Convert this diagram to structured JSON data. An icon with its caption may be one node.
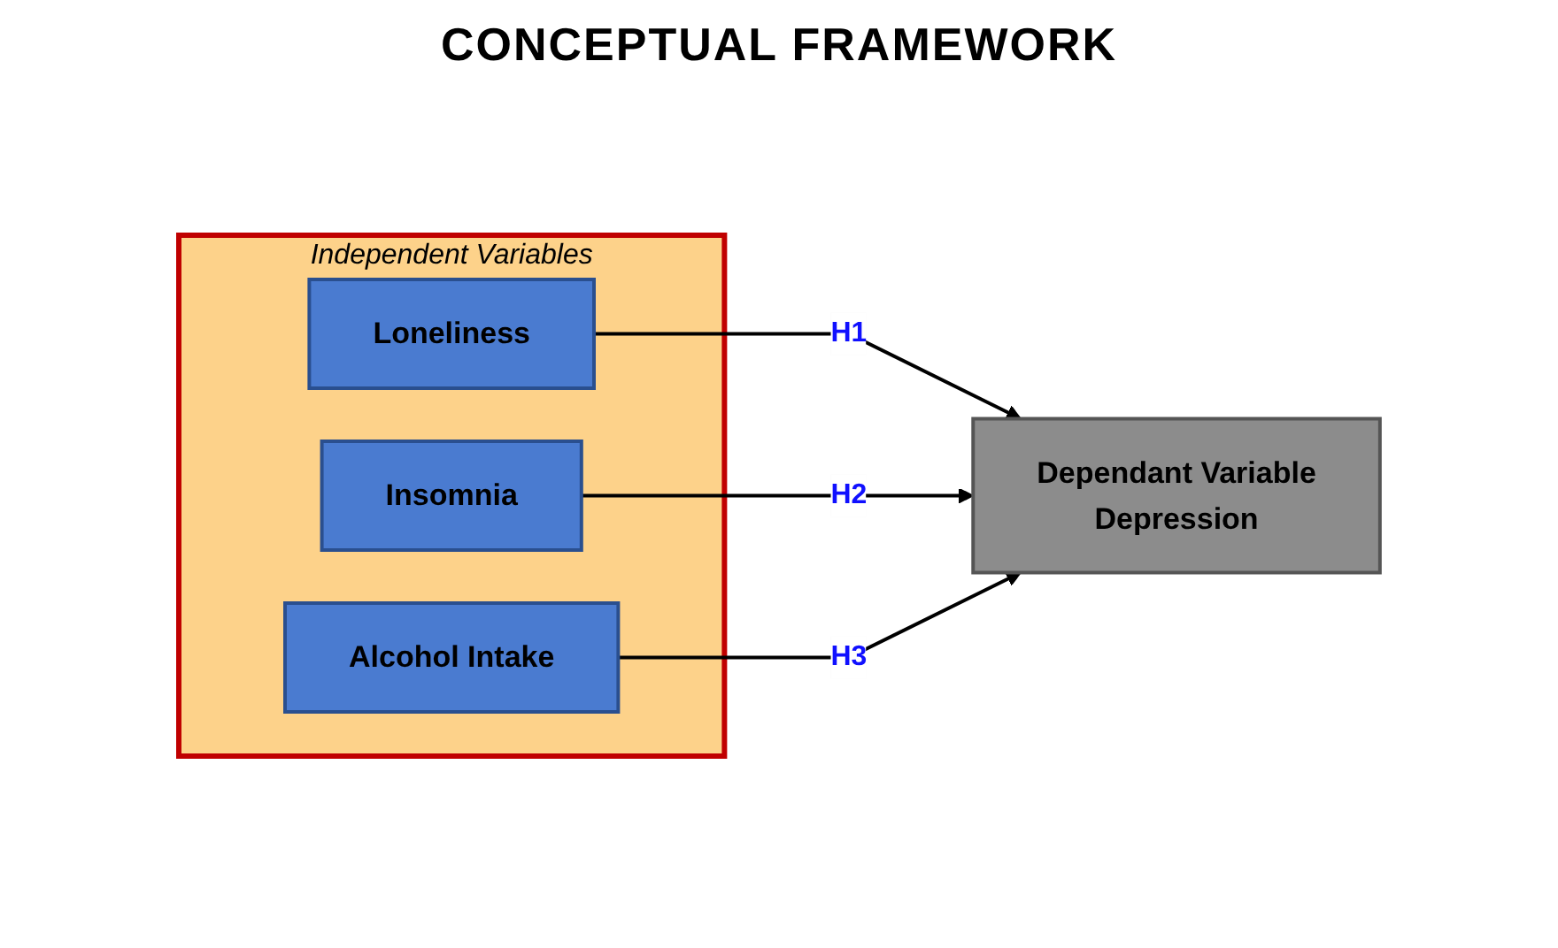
{
  "diagram": {
    "title": "CONCEPTUAL FRAMEWORK",
    "nodes": [
      {
        "text": [
          "Independent Variables"
        ]
      },
      {
        "text": [
          "Loneliness"
        ],
        "in": 0
      },
      {
        "text": [
          "Insomnia"
        ],
        "in": 0
      },
      {
        "text": [
          "Alcohol Intake"
        ],
        "in": 0
      },
      {
        "text": [
          "Dependant Variable",
          "Depression"
        ]
      }
    ],
    "edges": [
      {
        "from": 1,
        "to": 4,
        "arrow": "to",
        "label": "H1"
      },
      {
        "from": 2,
        "to": 4,
        "arrow": "to",
        "label": "H2"
      },
      {
        "from": 3,
        "to": 4,
        "arrow": "to",
        "label": "H3"
      }
    ]
  }
}
